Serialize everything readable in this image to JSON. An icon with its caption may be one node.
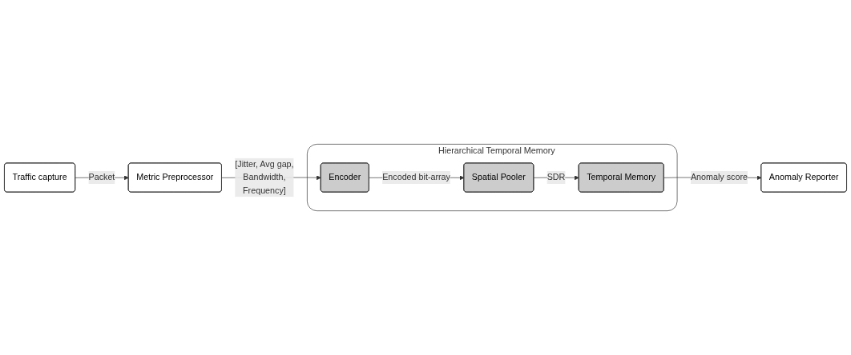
{
  "diagram": {
    "nodes": [
      {
        "text": [
          "Traffic capture"
        ]
      },
      {
        "text": [
          "Metric Preprocessor"
        ]
      },
      {
        "text": [
          "Hierarchical Temporal Memory"
        ]
      },
      {
        "text": [
          "Encoder"
        ],
        "in": 2
      },
      {
        "text": [
          "Spatial Pooler"
        ],
        "in": 2
      },
      {
        "text": [
          "Temporal Memory"
        ],
        "in": 2
      },
      {
        "text": [
          "Anomaly Reporter"
        ]
      }
    ],
    "edges": [
      {
        "from": 0,
        "to": 1,
        "arrow": "to",
        "label": "Packet"
      },
      {
        "from": 1,
        "to": 3,
        "arrow": "to",
        "label": "[Jitter, Avg gap, Bandwidth, Frequency]"
      },
      {
        "from": 3,
        "to": 4,
        "arrow": "to",
        "label": "Encoded bit-array"
      },
      {
        "from": 4,
        "to": 5,
        "arrow": "to",
        "label": "SDR"
      },
      {
        "from": 5,
        "to": 6,
        "arrow": "to",
        "label": "Anomaly score"
      }
    ]
  }
}
